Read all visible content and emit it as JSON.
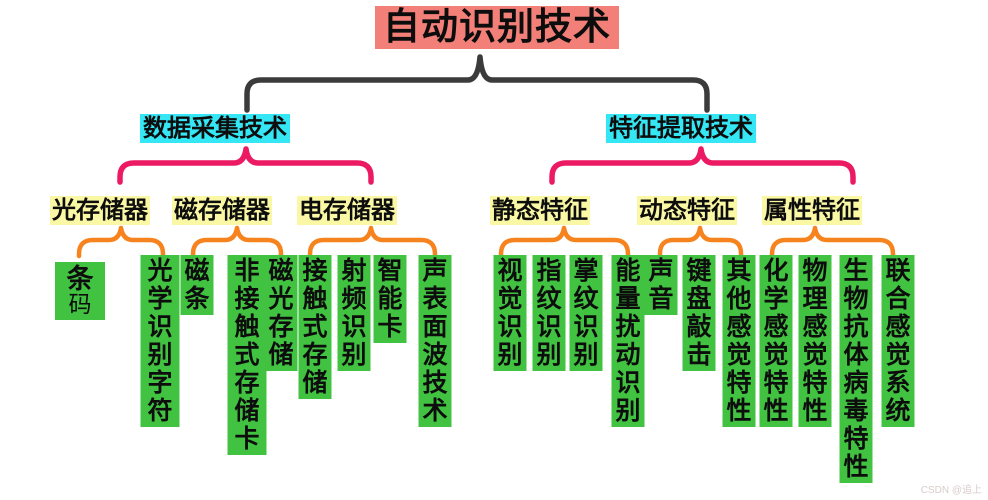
{
  "title": {
    "text": "自动识别技术"
  },
  "branches": [
    {
      "label": "数据采集技术"
    },
    {
      "label": "特征提取技术"
    }
  ],
  "groups": [
    {
      "label": "光存储器"
    },
    {
      "label": "磁存储器"
    },
    {
      "label": "电存储器"
    },
    {
      "label": "静态特征"
    },
    {
      "label": "动态特征"
    },
    {
      "label": "属性特征"
    }
  ],
  "leaves": [
    {
      "text": "条码"
    },
    {
      "text": "光学识别字符"
    },
    {
      "text": "磁条"
    },
    {
      "text": "非接触式存储卡"
    },
    {
      "text": "磁光存储"
    },
    {
      "text": "接触式存储"
    },
    {
      "text": "射频识别"
    },
    {
      "text": "智能卡"
    },
    {
      "text": "声表面波技术"
    },
    {
      "text": "视觉识别"
    },
    {
      "text": "指纹识别"
    },
    {
      "text": "掌纹识别"
    },
    {
      "text": "能量扰动识别"
    },
    {
      "text": "声音"
    },
    {
      "text": "键盘敲击"
    },
    {
      "text": "其他感觉特性"
    },
    {
      "text": "化学感觉特性"
    },
    {
      "text": "物理感觉特性"
    },
    {
      "text": "生物抗体病毒特性"
    },
    {
      "text": "联合感觉系统"
    }
  ],
  "watermark": {
    "text": "CSDN @追上"
  },
  "colors": {
    "title_bg": "#F28078",
    "branch_bg": "#35E6F4",
    "group_bg": "#FAF8A4",
    "leaf_bg": "#41C341",
    "brace_root": "#3B3B3B",
    "brace_branch": "#EB1A63",
    "brace_group": "#F6831D",
    "text": "#0D0D0D",
    "watermark": "#D8CCCA"
  }
}
